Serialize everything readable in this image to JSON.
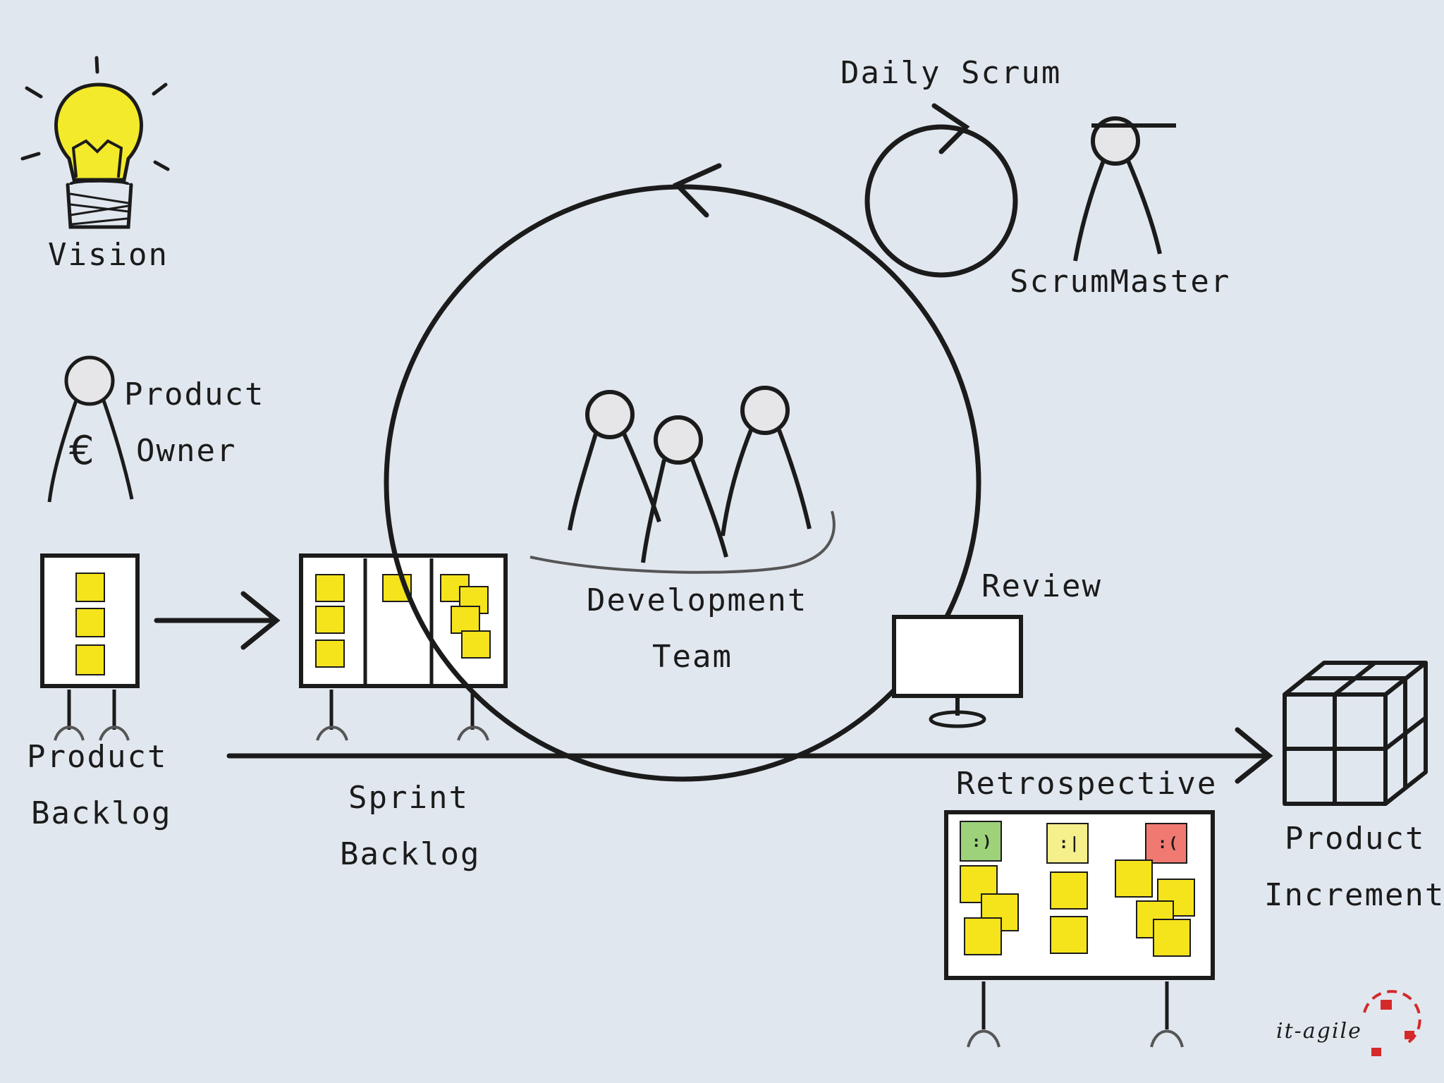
{
  "labels": {
    "vision": "Vision",
    "product_owner_1": "Product",
    "product_owner_2": "Owner",
    "euro": "€",
    "daily_scrum": "Daily Scrum",
    "scrum_master": "ScrumMaster",
    "development_team_1": "Development",
    "development_team_2": "Team",
    "review": "Review",
    "product_backlog_1": "Product",
    "product_backlog_2": "Backlog",
    "sprint_backlog_1": "Sprint",
    "sprint_backlog_2": "Backlog",
    "retrospective": "Retrospective",
    "product_increment_1": "Product",
    "product_increment_2": "Increment"
  },
  "retro_columns": [
    ":)",
    ":|",
    ":("
  ],
  "brand": "it-agile",
  "colors": {
    "background": "#e1e7ee",
    "ink": "#1b1b1b",
    "sticky_yellow": "#f5e31c",
    "bulb_yellow": "#f2ea2a",
    "happy_green": "#9ed27a",
    "neutral_yellow": "#f5ef8c",
    "sad_red": "#f07a72",
    "head_grey": "#e6e6e8",
    "brand_red": "#d42a2a"
  }
}
